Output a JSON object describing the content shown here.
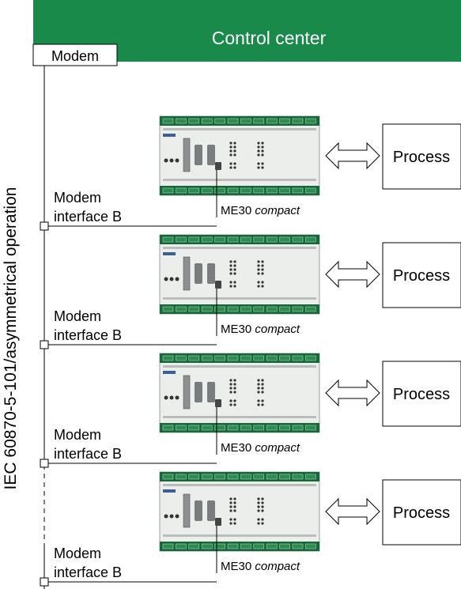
{
  "header": {
    "title": "Control center",
    "modem_label": "Modem",
    "color": "#1a8a4a"
  },
  "side_label": "IEC 60870-5-101/asymmetrical operation",
  "stations": [
    {
      "modem_line1": "Modem",
      "modem_line2": "interface B",
      "device_name": "ME30",
      "device_variant": "compact",
      "process_label": "Process"
    },
    {
      "modem_line1": "Modem",
      "modem_line2": "interface B",
      "device_name": "ME30",
      "device_variant": "compact",
      "process_label": "Process"
    },
    {
      "modem_line1": "Modem",
      "modem_line2": "interface B",
      "device_name": "ME30",
      "device_variant": "compact",
      "process_label": "Process"
    },
    {
      "modem_line1": "Modem",
      "modem_line2": "interface B",
      "device_name": "ME30",
      "device_variant": "compact",
      "process_label": "Process"
    }
  ],
  "colors": {
    "terminal_green": "#16683a",
    "device_body": "#eceeec",
    "line": "#000000"
  },
  "icons": {
    "arrow": "double-arrow-icon",
    "connector": "serial-port-icon"
  }
}
